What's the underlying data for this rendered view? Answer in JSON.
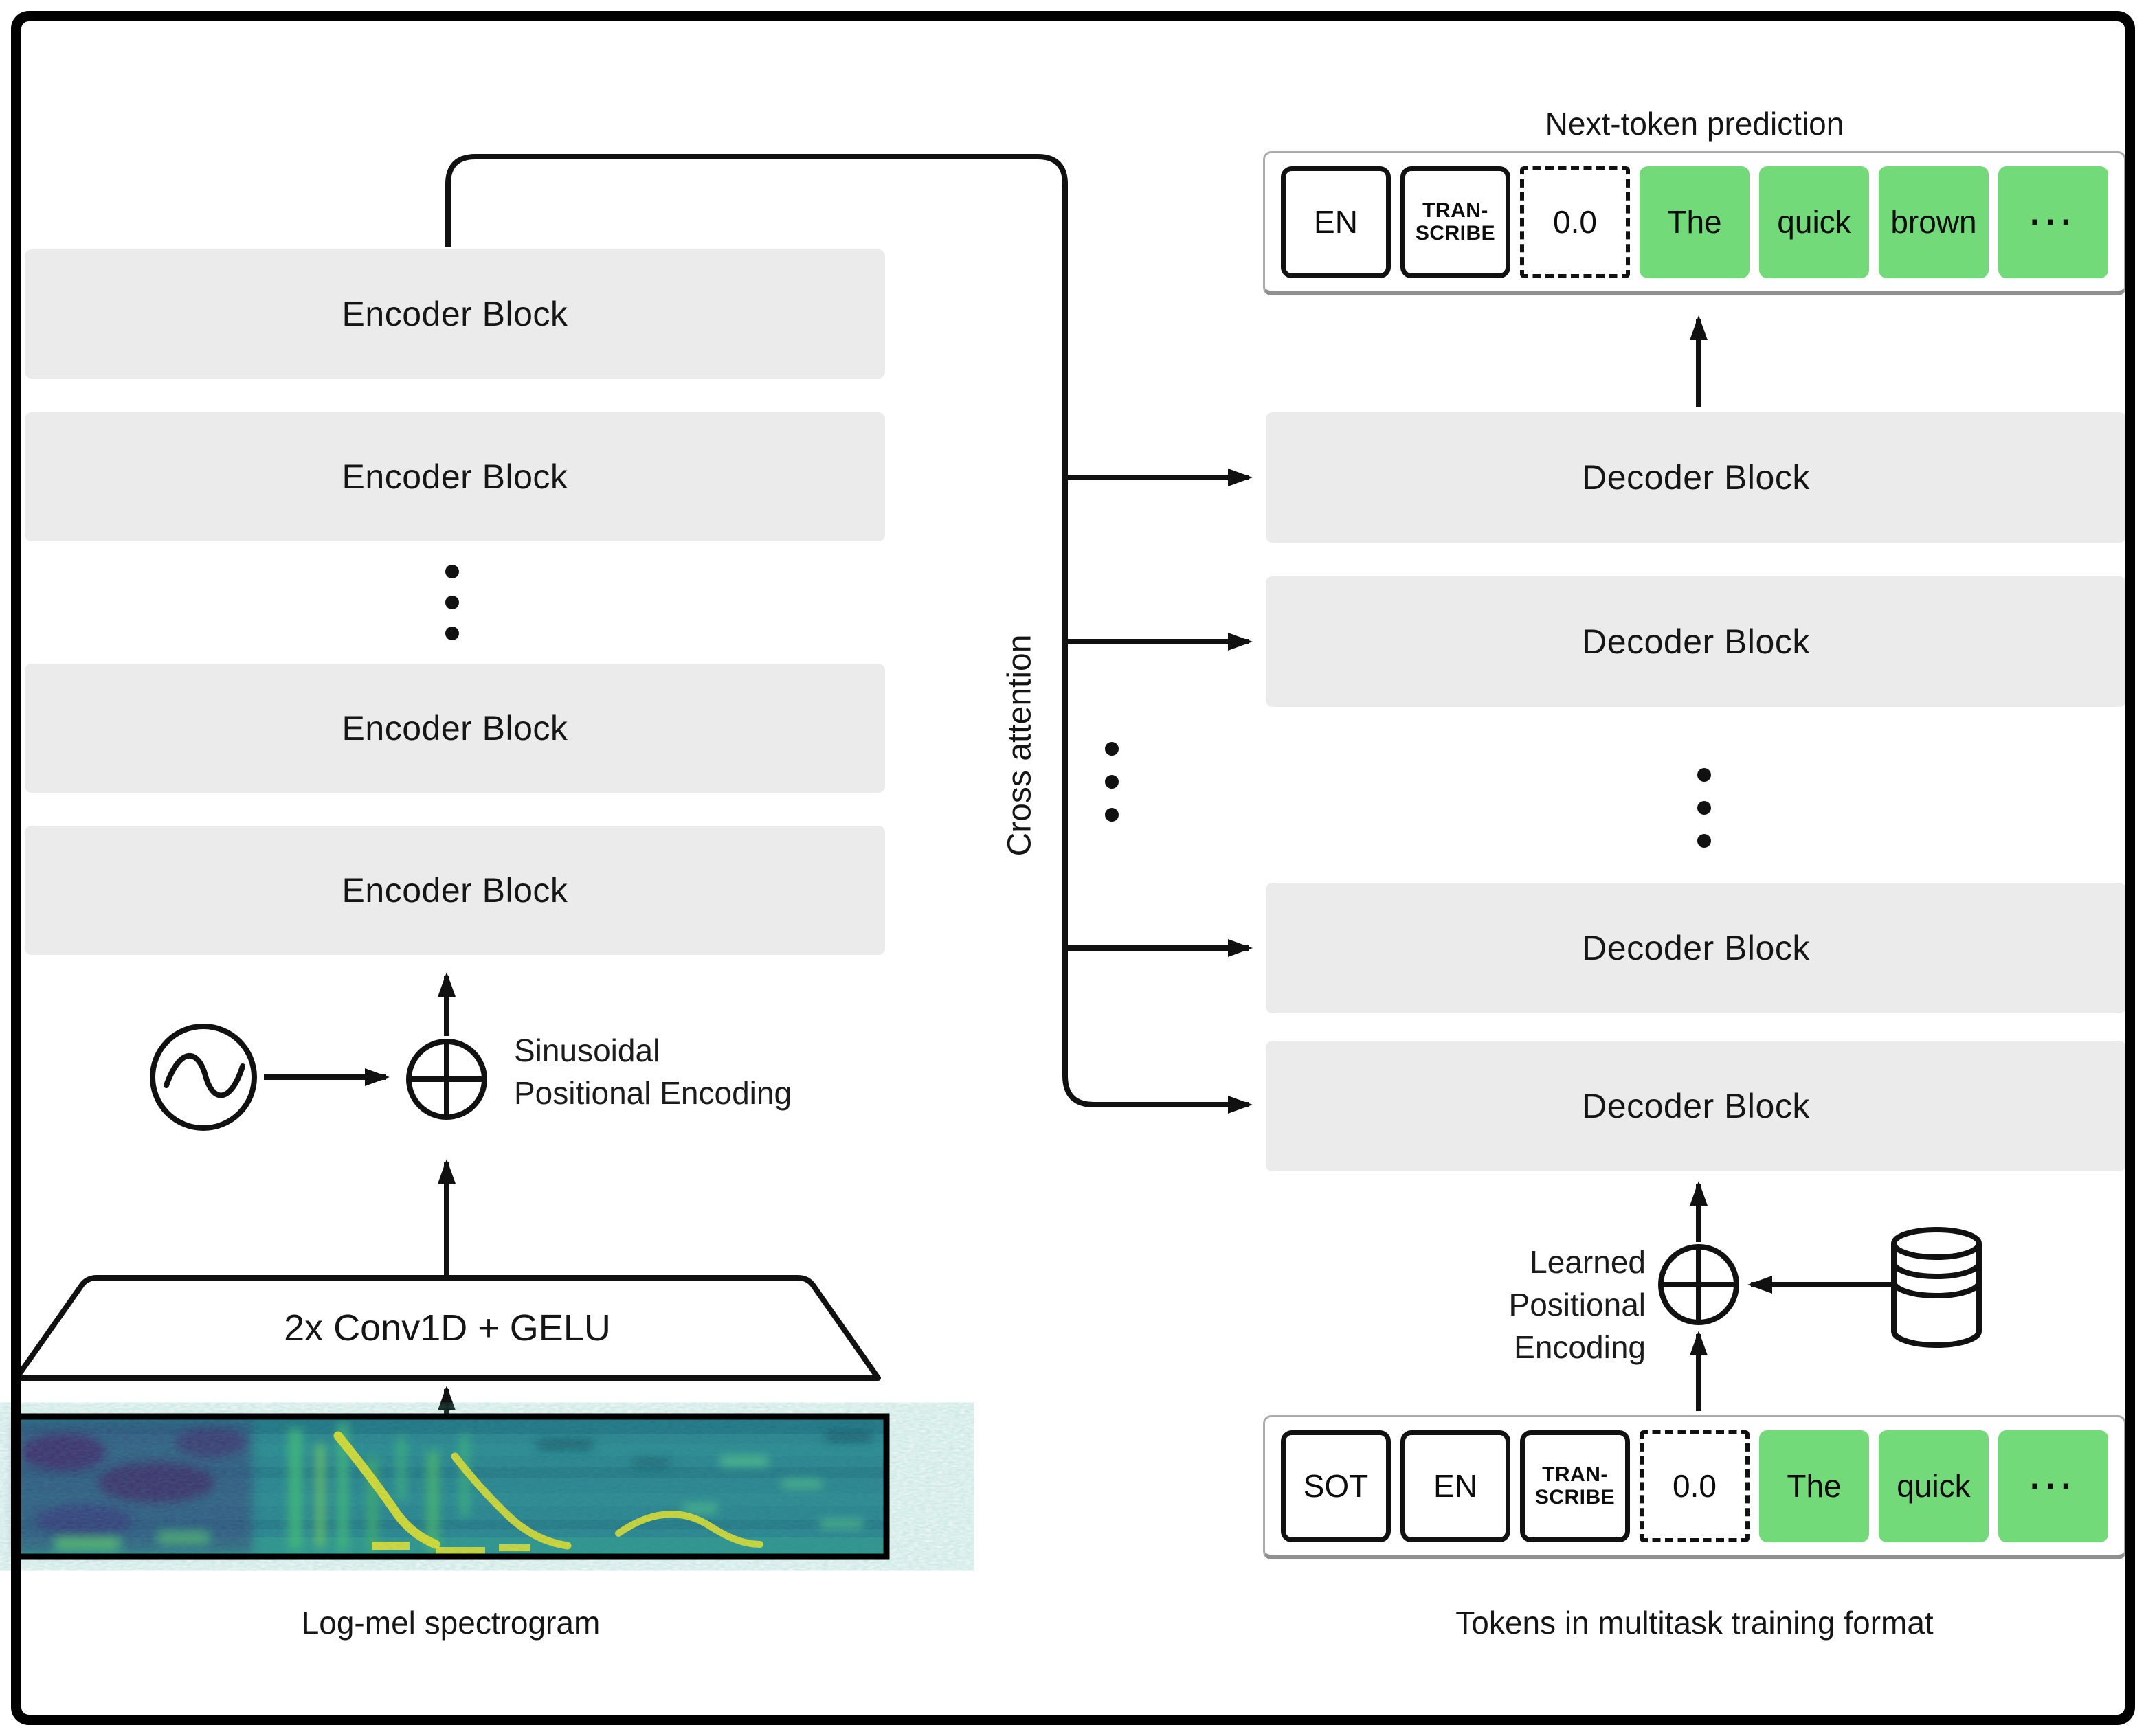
{
  "colors": {
    "outline": "#111111",
    "text": "#151515",
    "block_fill": "#ebebeb",
    "token_green": "#72da78",
    "container_border": "#ababab",
    "container_border_bottom": "#909090",
    "spectrogram_teal": "#2a7f8e",
    "spectrogram_purple": "#43216a",
    "spectrogram_green": "#45bf6e",
    "spectrogram_yellow": "#f6e41f"
  },
  "encoder": {
    "blocks": [
      "Encoder Block",
      "Encoder Block",
      "Encoder Block",
      "Encoder Block"
    ]
  },
  "decoder": {
    "blocks": [
      "Decoder Block",
      "Decoder Block",
      "Decoder Block",
      "Decoder Block"
    ]
  },
  "cross_attention_label": "Cross attention",
  "audio_path": {
    "sinusoidal_line1": "Sinusoidal",
    "sinusoidal_line2": "Positional Encoding",
    "conv_label": "2x Conv1D + GELU",
    "spectrogram_caption": "Log-mel spectrogram"
  },
  "text_path": {
    "learned_line1": "Learned",
    "learned_line2": "Positional Encoding",
    "tokens_caption": "Tokens in multitask training format"
  },
  "output_row": {
    "title": "Next-token prediction",
    "tokens": [
      {
        "label": "EN",
        "style": "solid"
      },
      {
        "label": "TRAN-SCRIBE",
        "style": "solid-small"
      },
      {
        "label": "0.0",
        "style": "dashed"
      },
      {
        "label": "The",
        "style": "green"
      },
      {
        "label": "quick",
        "style": "green"
      },
      {
        "label": "brown",
        "style": "green"
      },
      {
        "label": "···",
        "style": "green-dots"
      }
    ]
  },
  "input_row": {
    "tokens": [
      {
        "label": "SOT",
        "style": "solid"
      },
      {
        "label": "EN",
        "style": "solid"
      },
      {
        "label": "TRAN-SCRIBE",
        "style": "solid-small"
      },
      {
        "label": "0.0",
        "style": "dashed"
      },
      {
        "label": "The",
        "style": "green"
      },
      {
        "label": "quick",
        "style": "green"
      },
      {
        "label": "···",
        "style": "green-dots"
      }
    ]
  }
}
